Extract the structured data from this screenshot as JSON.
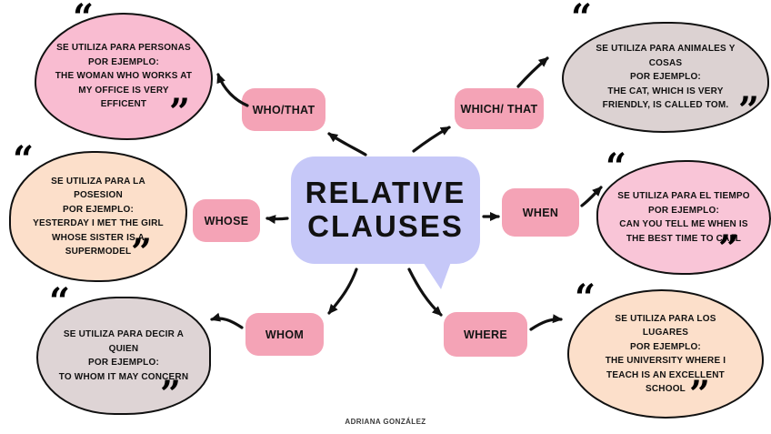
{
  "center": {
    "title": "RELATIVE\nCLAUSES"
  },
  "footer": {
    "author": "ADRIANA GONZÁLEZ"
  },
  "glyphs": {
    "quote_open": "“",
    "quote_close": "”"
  },
  "colors": {
    "center_bubble": "#c6c8f8",
    "keyword_label": "#f4a3b6",
    "bubble_pink": "#f9bcd1",
    "bubble_taupe": "#dcd2d2",
    "bubble_peach": "#fcdfca",
    "bubble_rose": "#f9c5d7",
    "bubble_gray": "#ded4d5",
    "ink": "#111111"
  },
  "nodes": [
    {
      "id": "who-that",
      "label": "WHO/THAT",
      "note": "SE UTILIZA PARA PERSONAS\nPOR EJEMPLO:\nTHE WOMAN WHO WORKS AT\nMY OFFICE IS VERY\nEFFICENT"
    },
    {
      "id": "which-that",
      "label": "WHICH/ THAT",
      "note": "SE UTILIZA PARA ANIMALES Y\nCOSAS\nPOR EJEMPLO:\nTHE CAT, WHICH IS VERY\nFRIENDLY, IS CALLED TOM."
    },
    {
      "id": "whose",
      "label": "WHOSE",
      "note": "SE UTILIZA PARA LA\nPOSESION\nPOR EJEMPLO:\nYESTERDAY I MET THE GIRL\nWHOSE SISTER IS A\nSUPERMODEL"
    },
    {
      "id": "when",
      "label": "WHEN",
      "note": "SE UTILIZA PARA EL TIEMPO\nPOR EJEMPLO:\nCAN YOU TELL ME WHEN IS\nTHE BEST TIME TO CALL"
    },
    {
      "id": "whom",
      "label": "WHOM",
      "note": "SE UTILIZA PARA DECIR A\nQUIEN\nPOR EJEMPLO:\nTO WHOM IT MAY CONCERN"
    },
    {
      "id": "where",
      "label": "WHERE",
      "note": "SE UTILIZA PARA LOS\nLUGARES\nPOR EJEMPLO:\nTHE UNIVERSITY WHERE I\nTEACH IS AN EXCELLENT\nSCHOOL"
    }
  ]
}
